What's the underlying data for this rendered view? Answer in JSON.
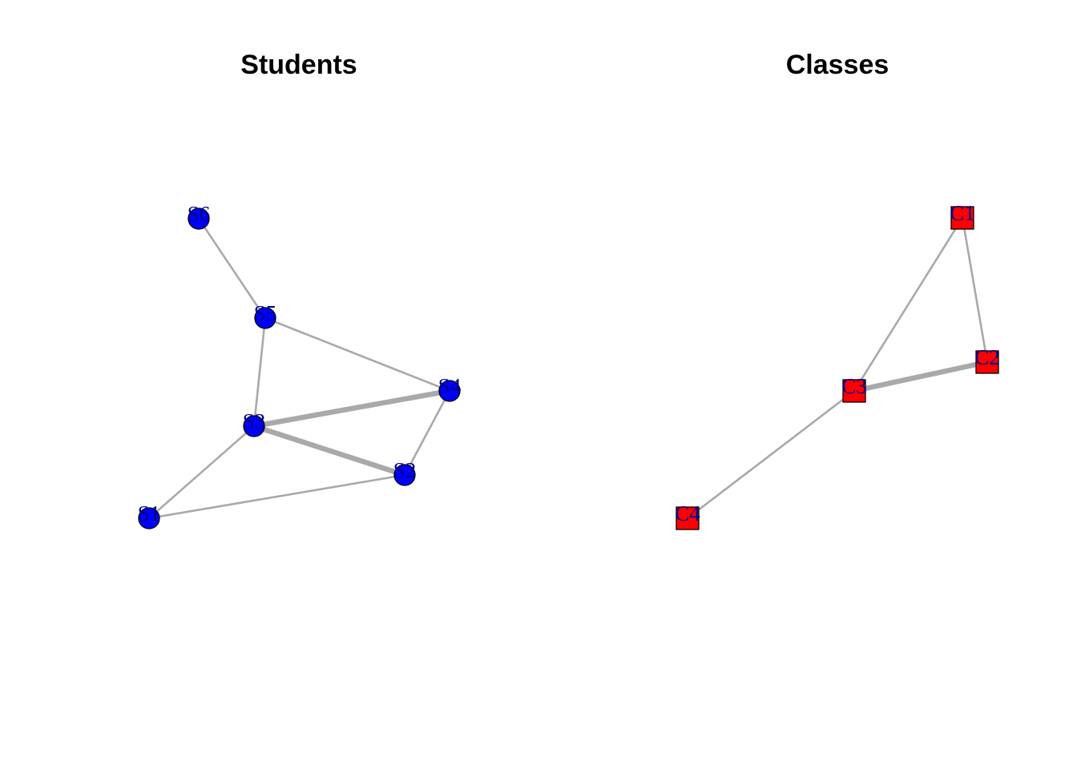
{
  "figure": {
    "edge_color": "#a9a9a9",
    "label_color": "#00008b",
    "panels": [
      {
        "id": "students",
        "title": "Students",
        "node_shape": "circle",
        "node_color": "#0000ff",
        "nodes": [
          {
            "id": "S1",
            "label": "S1"
          },
          {
            "id": "S2",
            "label": "S2"
          },
          {
            "id": "S3",
            "label": "S3"
          },
          {
            "id": "S4",
            "label": "S4"
          },
          {
            "id": "S5",
            "label": "S5"
          },
          {
            "id": "S6",
            "label": "S6"
          }
        ],
        "edges": [
          {
            "source": "S6",
            "target": "S5",
            "weight": 1
          },
          {
            "source": "S5",
            "target": "S3",
            "weight": 1
          },
          {
            "source": "S5",
            "target": "S4",
            "weight": 1
          },
          {
            "source": "S3",
            "target": "S4",
            "weight": 3
          },
          {
            "source": "S3",
            "target": "S2",
            "weight": 3
          },
          {
            "source": "S4",
            "target": "S2",
            "weight": 1
          },
          {
            "source": "S1",
            "target": "S3",
            "weight": 1
          },
          {
            "source": "S1",
            "target": "S2",
            "weight": 1
          }
        ]
      },
      {
        "id": "classes",
        "title": "Classes",
        "node_shape": "square",
        "node_color": "#ff0000",
        "nodes": [
          {
            "id": "C1",
            "label": "C1"
          },
          {
            "id": "C2",
            "label": "C2"
          },
          {
            "id": "C3",
            "label": "C3"
          },
          {
            "id": "C4",
            "label": "C4"
          }
        ],
        "edges": [
          {
            "source": "C1",
            "target": "C2",
            "weight": 1
          },
          {
            "source": "C1",
            "target": "C3",
            "weight": 1
          },
          {
            "source": "C3",
            "target": "C2",
            "weight": 3
          },
          {
            "source": "C4",
            "target": "C3",
            "weight": 1
          }
        ]
      }
    ]
  }
}
